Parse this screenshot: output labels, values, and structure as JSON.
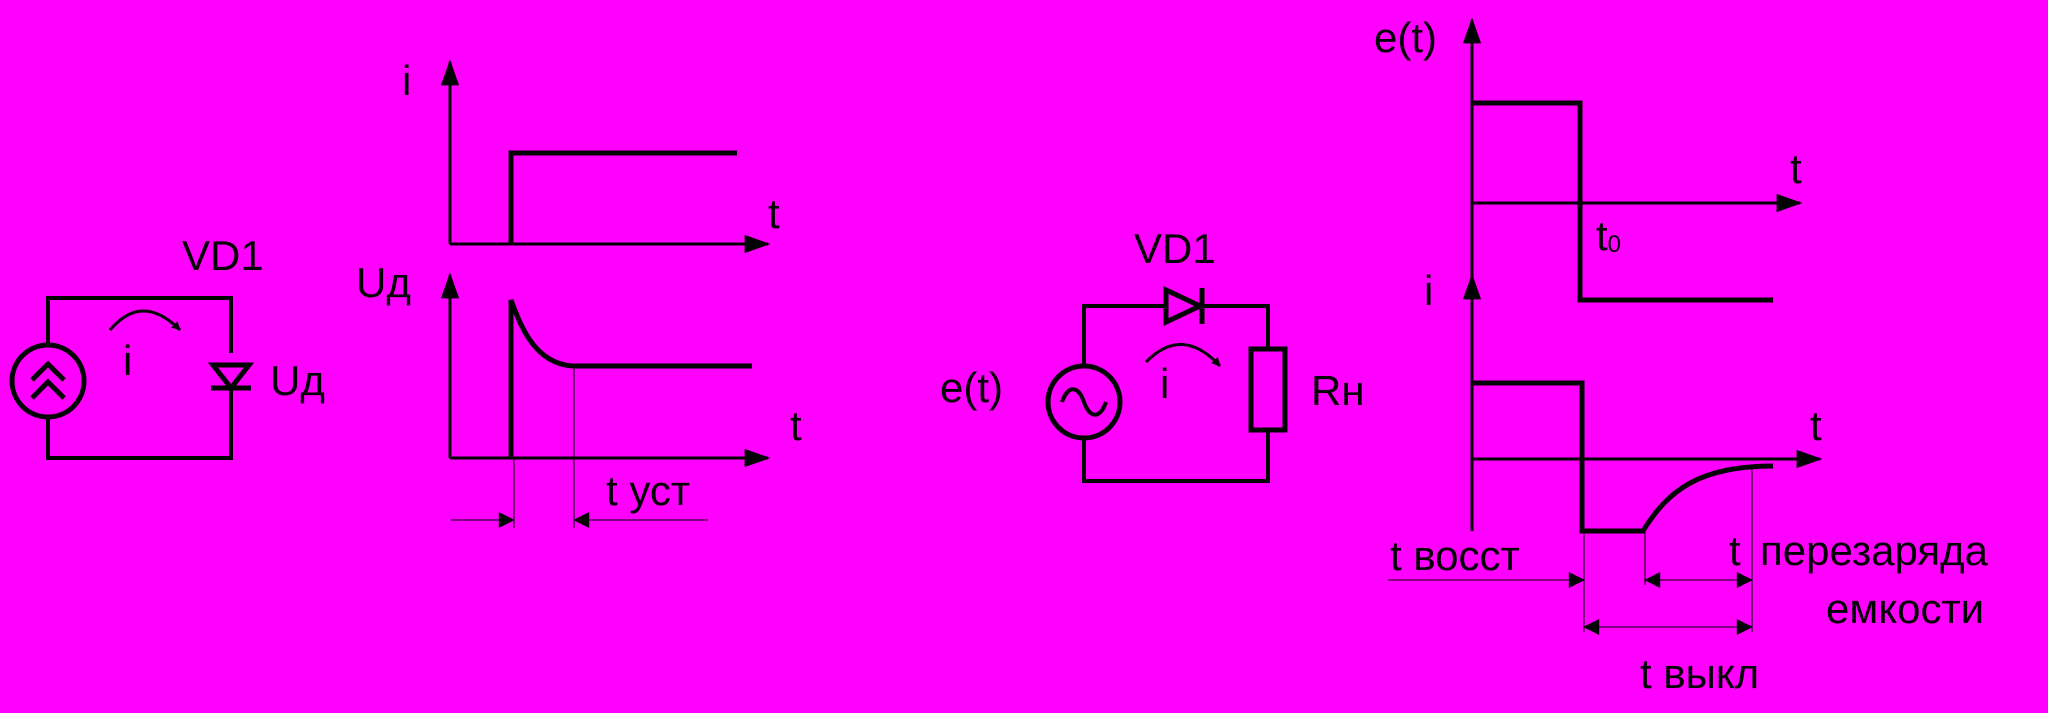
{
  "background_color": "#ff00ff",
  "ink_color": "#000000",
  "circuit1": {
    "diode_label": "VD1",
    "current_label": "i",
    "voltage_label": "Uд",
    "source_icon": "current-source-icon",
    "diode_icon": "diode-icon"
  },
  "graph_i1": {
    "y_label": "i",
    "x_label": "t"
  },
  "graph_u1": {
    "y_label": "Uд",
    "x_label": "t",
    "interval_label": "t уст"
  },
  "circuit2": {
    "diode_label": "VD1",
    "source_label": "e(t)",
    "current_label": "i",
    "resistor_label": "Rн",
    "source_icon": "ac-source-icon",
    "diode_icon": "diode-icon",
    "resistor_icon": "resistor-icon"
  },
  "graph_e": {
    "y_label": "e(t)",
    "x_label": "t",
    "marker_main": "t",
    "marker_sub": "0"
  },
  "graph_i2": {
    "y_label": "i",
    "x_label": "t",
    "recovery_label": "t восст",
    "recharge_t": "t",
    "recharge_label_1": "перезаряда",
    "recharge_label_2": "емкости",
    "off_label": "t выкл"
  }
}
